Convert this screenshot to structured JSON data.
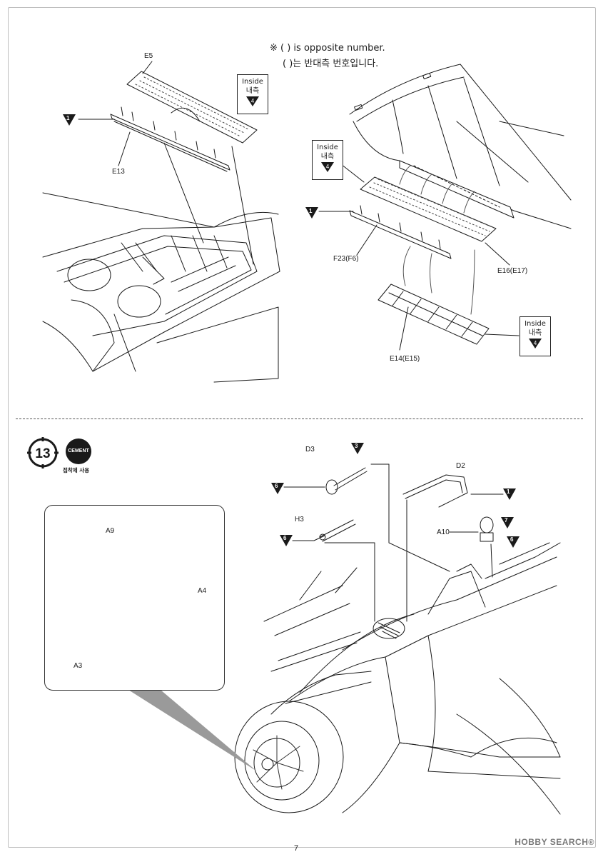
{
  "notes": {
    "opposite_en": "※ ( ) is opposite number.",
    "opposite_ko": "( )는 반대측 번호입니다."
  },
  "inside_boxes": [
    {
      "title": "Inside",
      "subtitle": "내측",
      "ref": "4"
    },
    {
      "title": "Inside",
      "subtitle": "내측",
      "ref": "4"
    },
    {
      "title": "Inside",
      "subtitle": "내측",
      "ref": "4"
    }
  ],
  "parts_top": {
    "e5": "E5",
    "e13": "E13",
    "f23": "F23(F6)",
    "e16": "E16(E17)",
    "e14": "E14(E15)"
  },
  "paint_refs_top": {
    "left": "1",
    "right": "1"
  },
  "step": {
    "number": "13",
    "cement_label": "CEMENT",
    "cement_sub": "접착제 사용"
  },
  "parts_bottom": {
    "d3": "D3",
    "d2": "D2",
    "h3": "H3",
    "a10": "A10",
    "a9": "A9",
    "a4": "A4",
    "a3": "A3"
  },
  "paint_refs_bottom": {
    "d3_tip": "3",
    "d3_disc": "6",
    "d2": "1",
    "h3": "6",
    "a10_ring": "7",
    "a10_base": "6"
  },
  "page_number": "7",
  "watermark": {
    "brand": "HOBBY SEARCH",
    "mark": "®"
  }
}
